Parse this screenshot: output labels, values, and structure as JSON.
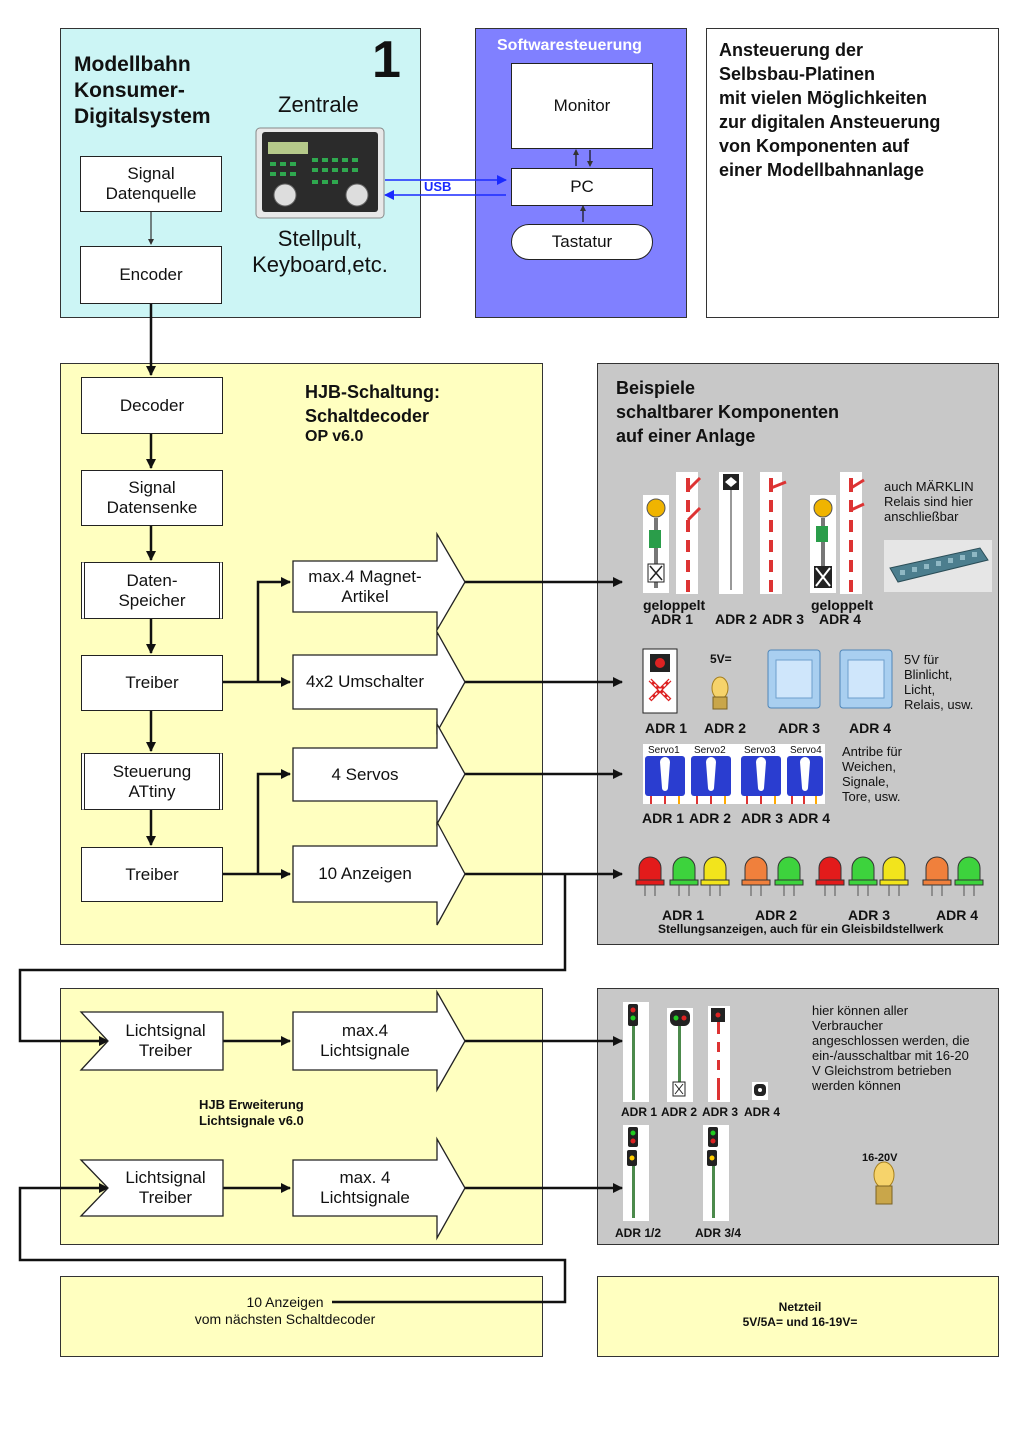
{
  "top": {
    "system_title": [
      "Modellbahn",
      "Konsumer-",
      "Digitalsystem"
    ],
    "page_number": "1",
    "zentrale": "Zentrale",
    "stellpult": [
      "Stellpult,",
      "Keyboard,etc."
    ],
    "signal_datenquelle": [
      "Signal",
      "Datenquelle"
    ],
    "encoder": "Encoder",
    "usb": "USB",
    "software_title": "Softwaresteuerung",
    "monitor": "Monitor",
    "pc": "PC",
    "tastatur": "Tastatur",
    "description": [
      "Ansteuerung der",
      "Selbsbau-Platinen",
      "mit vielen Möglichkeiten",
      "zur digitalen Ansteuerung",
      "von Komponenten auf",
      "einer Modellbahnanlage"
    ]
  },
  "hjb": {
    "title": [
      "HJB-Schaltung:",
      "Schaltdecoder"
    ],
    "version": "OP v6.0",
    "decoder": "Decoder",
    "signal_datensenke": [
      "Signal",
      "Datensenke"
    ],
    "daten_speicher": [
      "Daten-",
      "Speicher"
    ],
    "treiber1": "Treiber",
    "steuerung": [
      "Steuerung",
      "ATtiny"
    ],
    "treiber2": "Treiber",
    "out_magnet": [
      "max.4 Magnet-",
      "Artikel"
    ],
    "out_umschalter": "4x2 Umschalter",
    "out_servos": "4 Servos",
    "out_anzeigen": "10 Anzeigen"
  },
  "beispiele": {
    "title": [
      "Beispiele",
      "schaltbarer Komponenten",
      "auf einer Anlage"
    ],
    "maerklin_note": [
      "auch MÄRKLIN",
      "Relais sind hier",
      "anschließbar"
    ],
    "row1_labels": [
      "geloppelt",
      "ADR 1",
      "ADR 2",
      "ADR 3",
      "geloppelt",
      "ADR 4"
    ],
    "row2_labels": [
      "ADR 1",
      "ADR 2",
      "ADR 3",
      "ADR 4"
    ],
    "row2_voltage": "5V=",
    "row2_note": [
      "5V für",
      "Blinlicht,",
      "Licht,",
      "Relais, usw."
    ],
    "row3_servos": [
      "Servo1",
      "Servo2",
      "Servo3",
      "Servo4"
    ],
    "row3_labels": [
      "ADR 1",
      "ADR 2",
      "ADR 3",
      "ADR 4"
    ],
    "row3_note": [
      "Antribe für",
      "Weichen,",
      "Signale,",
      "Tore, usw."
    ],
    "row4_labels": [
      "ADR 1",
      "ADR 2",
      "ADR 3",
      "ADR 4"
    ],
    "row4_caption": "Stellungsanzeigen, auch für ein Gleisbildstellwerk"
  },
  "erweiterung": {
    "treiber_a": [
      "Lichtsignal",
      "Treiber"
    ],
    "out_a": [
      "max.4",
      "Lichtsignale"
    ],
    "title": [
      "HJB Erweiterung",
      "Lichtsignale  v6.0"
    ],
    "treiber_b": [
      "Lichtsignal",
      "Treiber"
    ],
    "out_b": [
      "max. 4",
      "Lichtsignale"
    ]
  },
  "lichtsignale": {
    "note": [
      "hier können aller",
      "Verbraucher",
      "angeschlossen werden, die",
      "ein-/ausschaltbar mit 16-20",
      "V Gleichstrom betrieben",
      "werden können"
    ],
    "row1_labels": [
      "ADR 1",
      "ADR 2",
      "ADR 3",
      "ADR 4"
    ],
    "row2_labels": [
      "ADR 1/2",
      "ADR 3/4"
    ],
    "voltage": "16-20V"
  },
  "bottom": {
    "anzeigen": [
      "10 Anzeigen",
      "vom nächsten Schaltdecoder"
    ],
    "netzteil": [
      "Netzteil",
      "5V/5A= und 16-19V="
    ]
  },
  "colors": {
    "cyan_panel": "#ccf5f5",
    "blue_panel": "#8080ff",
    "yellow_panel": "#ffffc0",
    "gray_panel": "#c8c8c8",
    "usb_line": "#1a2aff"
  }
}
